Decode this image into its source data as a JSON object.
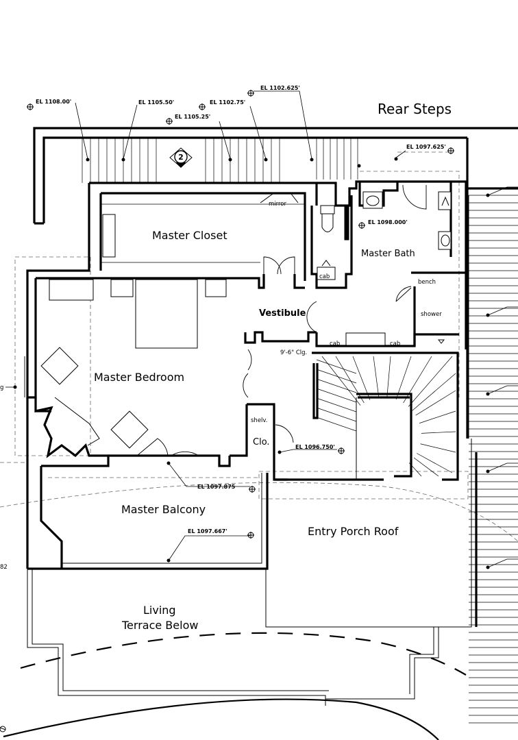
{
  "rooms": {
    "rear_steps": "Rear Steps",
    "master_closet": "Master Closet",
    "mirror": "mirror",
    "master_bath": "Master Bath",
    "cab_bath": "cab",
    "vestibule": "Vestibule",
    "bench": "bench",
    "shower": "shower",
    "cab_left": "cab",
    "cab_right": "cab",
    "ceiling_height": "9'-6\" Clg.",
    "master_bedroom": "Master Bedroom",
    "shelv": "shelv.",
    "clo": "Clo.",
    "master_balcony": "Master Balcony",
    "entry_porch_roof": "Entry Porch Roof",
    "living_line1": "Living",
    "living_line2": "Terrace Below",
    "edge_left_g": "g",
    "edge_left_82": "82"
  },
  "symbols": {
    "section_marker": "2"
  },
  "elevations": {
    "el_1108": "EL 1108.00'",
    "el_1105_50": "EL 1105.50'",
    "el_1102_75": "EL 1102.75'",
    "el_1102_625": "EL 1102.625'",
    "el_1105_25": "EL 1105.25'",
    "el_1097_625": "EL 1097.625'",
    "el_1098": "EL 1098.000'",
    "el_1096_750": "EL 1096.750'",
    "el_1097_875": "EL 1097.875",
    "el_1097_667": "EL 1097.667'"
  }
}
